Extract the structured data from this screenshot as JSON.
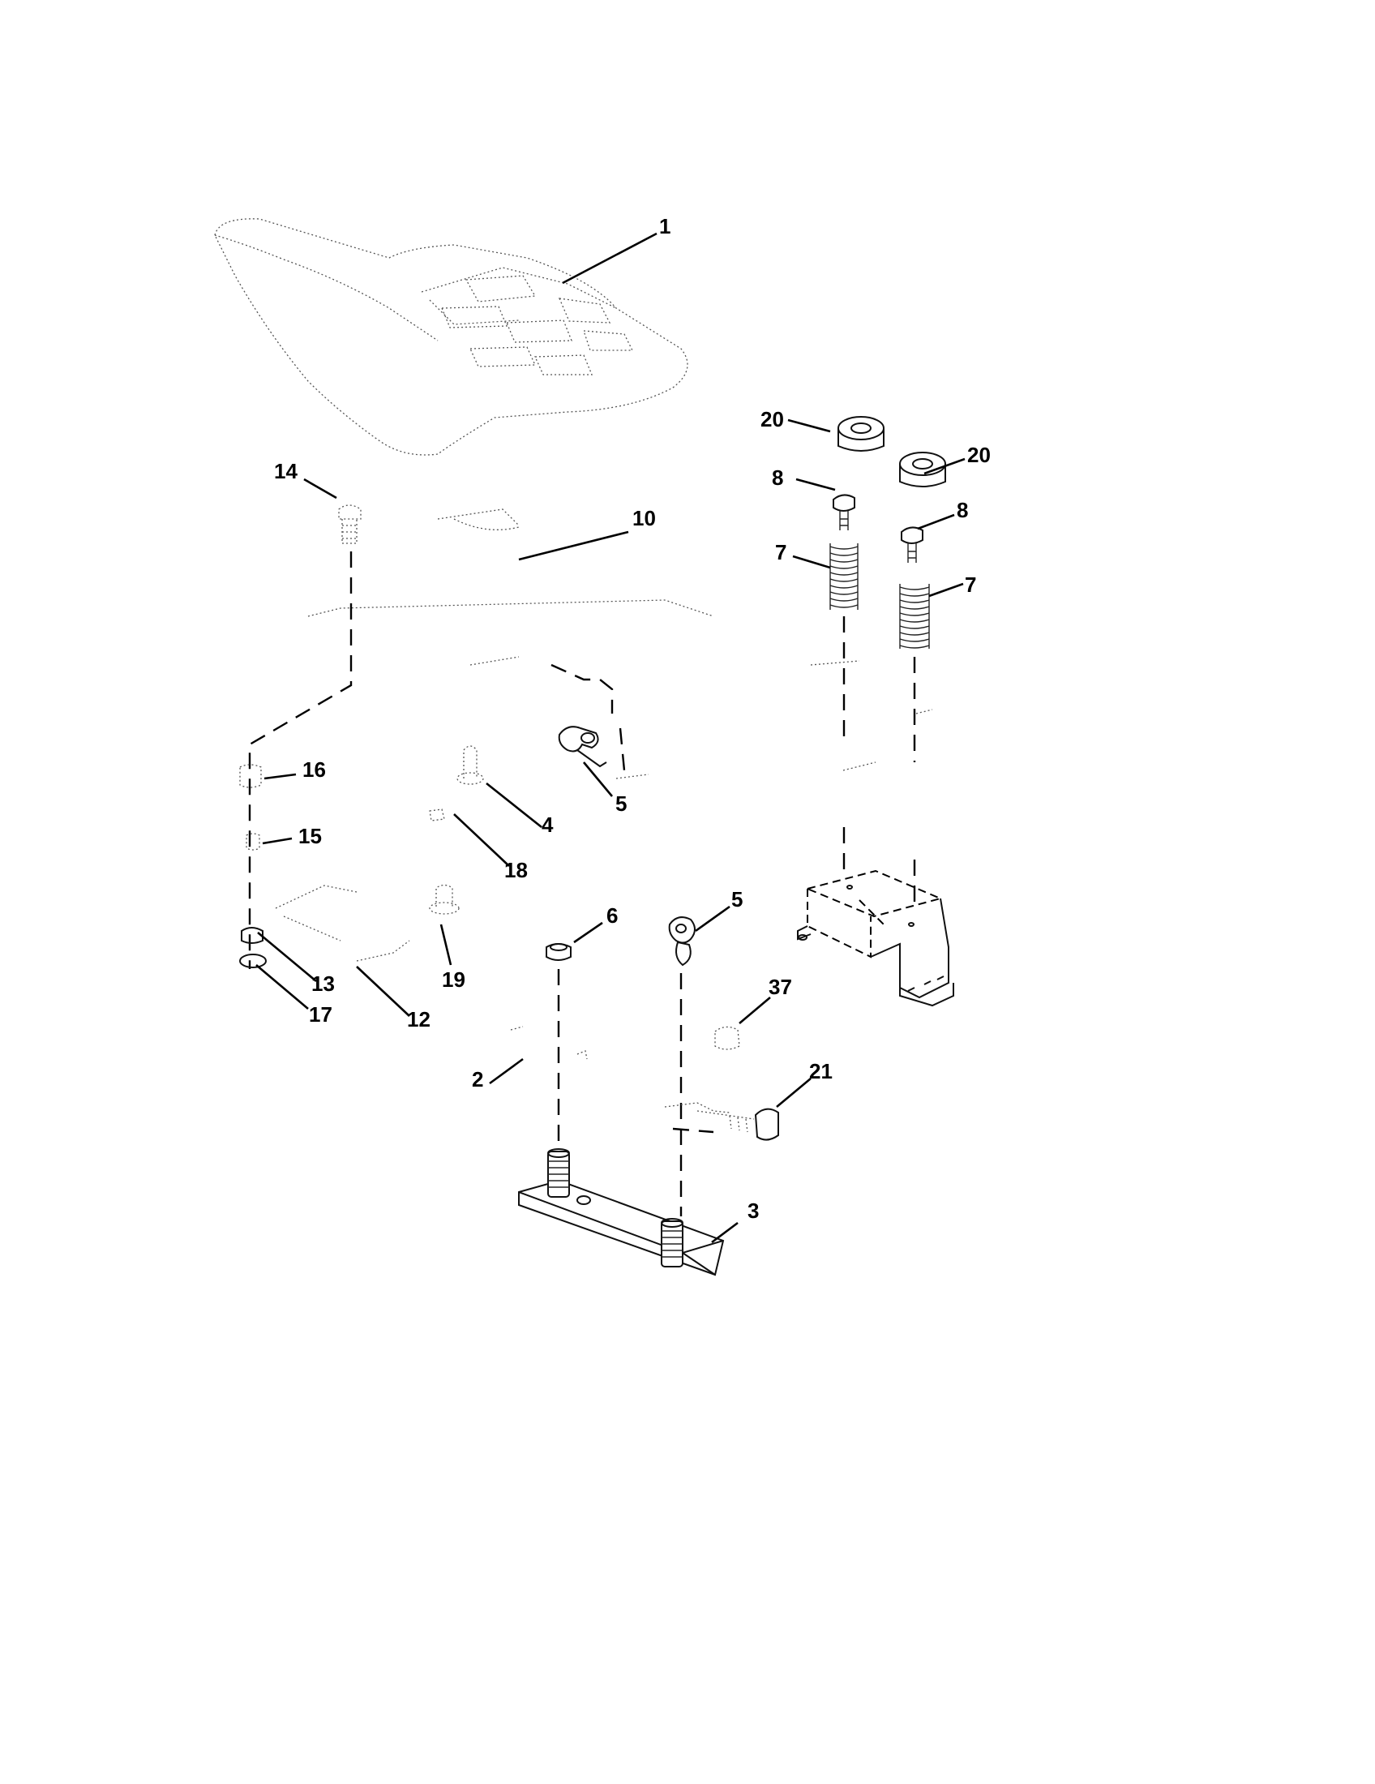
{
  "callouts": {
    "c1": "1",
    "c2": "2",
    "c3": "3",
    "c4": "4",
    "c5a": "5",
    "c5b": "5",
    "c6": "6",
    "c7a": "7",
    "c7b": "7",
    "c8a": "8",
    "c8b": "8",
    "c10": "10",
    "c12": "12",
    "c13": "13",
    "c14": "14",
    "c15": "15",
    "c16": "16",
    "c17": "17",
    "c18": "18",
    "c19": "19",
    "c20a": "20",
    "c20b": "20",
    "c21": "21",
    "c37": "37"
  }
}
